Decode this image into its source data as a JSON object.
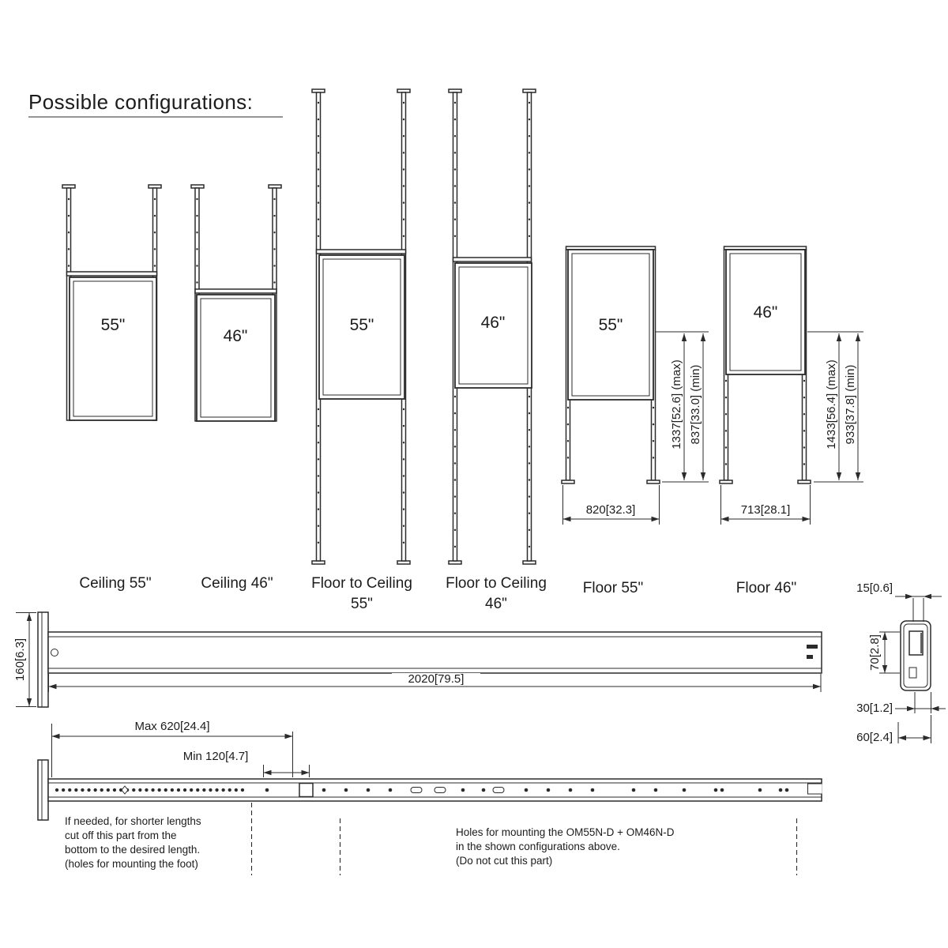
{
  "title": "Possible configurations:",
  "configs": {
    "ceiling55": {
      "screen": "55\"",
      "label": "Ceiling 55\""
    },
    "ceiling46": {
      "screen": "46\"",
      "label": "Ceiling 46\""
    },
    "ftc55": {
      "screen": "55\"",
      "label1": "Floor to Ceiling",
      "label2": "55\""
    },
    "ftc46": {
      "screen": "46\"",
      "label1": "Floor to Ceiling",
      "label2": "46\""
    },
    "floor55": {
      "screen": "55\"",
      "label": "Floor 55\"",
      "dim_max": "1337[52.6] (max)",
      "dim_min": "837[33.0] (min)",
      "dim_width": "820[32.3]"
    },
    "floor46": {
      "screen": "46\"",
      "label": "Floor 46\"",
      "dim_max": "1433[56.4] (max)",
      "dim_min": "933[37.8] (min)",
      "dim_width": "713[28.1]"
    }
  },
  "side_view": {
    "dim_height": "160[6.3]",
    "dim_length": "2020[79.5]"
  },
  "cross_section": {
    "dim_top": "15[0.6]",
    "dim_height": "70[2.8]",
    "dim_depth1": "30[1.2]",
    "dim_depth2": "60[2.4]"
  },
  "cut_view": {
    "dim_max": "Max 620[24.4]",
    "dim_min": "Min 120[4.7]",
    "note_left": [
      "If needed, for shorter lengths",
      "cut off this part from the",
      "bottom to the desired length.",
      "(holes for mounting the foot)"
    ],
    "note_right": [
      "Holes for mounting the OM55N-D + OM46N-D",
      "in the shown configurations above.",
      "(Do not cut this part)"
    ]
  }
}
